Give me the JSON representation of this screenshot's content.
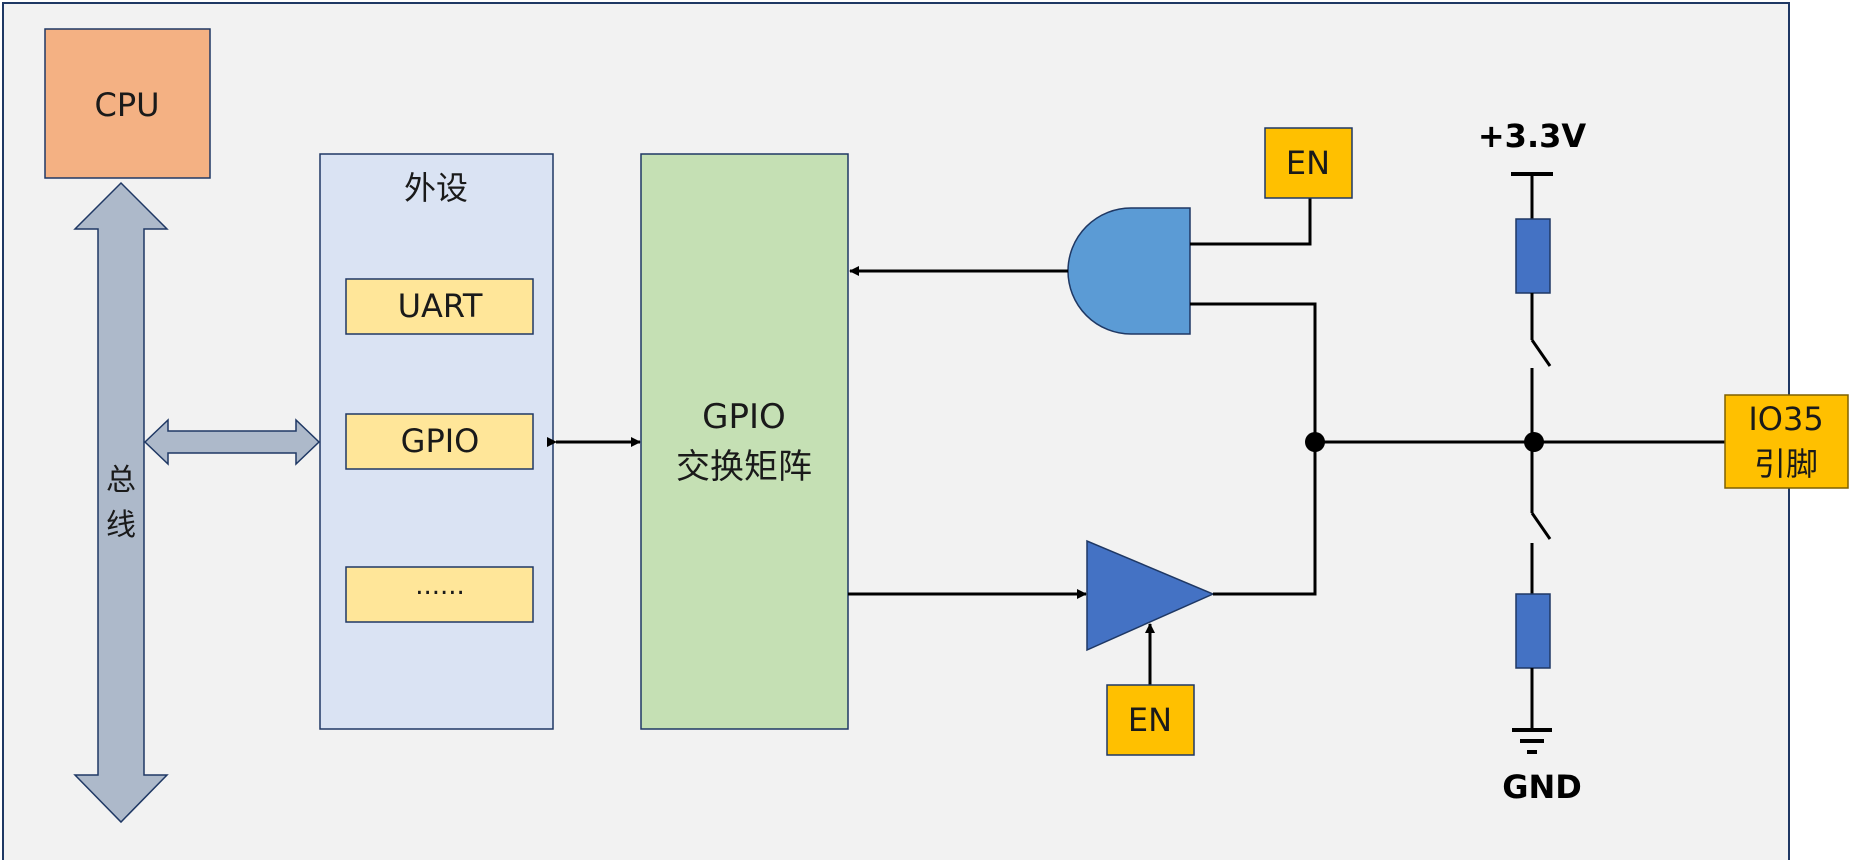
{
  "cpu": {
    "label": "CPU"
  },
  "bus": {
    "label_line1": "总",
    "label_line2": "线"
  },
  "peripherals": {
    "title": "外设",
    "items": [
      "UART",
      "GPIO",
      "......"
    ]
  },
  "matrix": {
    "line1": "GPIO",
    "line2": "交换矩阵"
  },
  "input_gate": {
    "enable_label": "EN"
  },
  "output_buffer": {
    "enable_label": "EN"
  },
  "power": {
    "vcc": "+3.3V",
    "gnd": "GND"
  },
  "pin": {
    "line1": "IO35",
    "line2": "引脚"
  },
  "colors": {
    "background": "#f2f2f2",
    "cpu": "#f4b183",
    "bus": "#adb9ca",
    "peripheral_panel": "#dae3f3",
    "peripheral_item": "#ffe699",
    "matrix": "#c5e0b4",
    "gate": "#5b9bd5",
    "buffer": "#4472c4",
    "resistor": "#4472c4",
    "enable": "#ffc000"
  }
}
